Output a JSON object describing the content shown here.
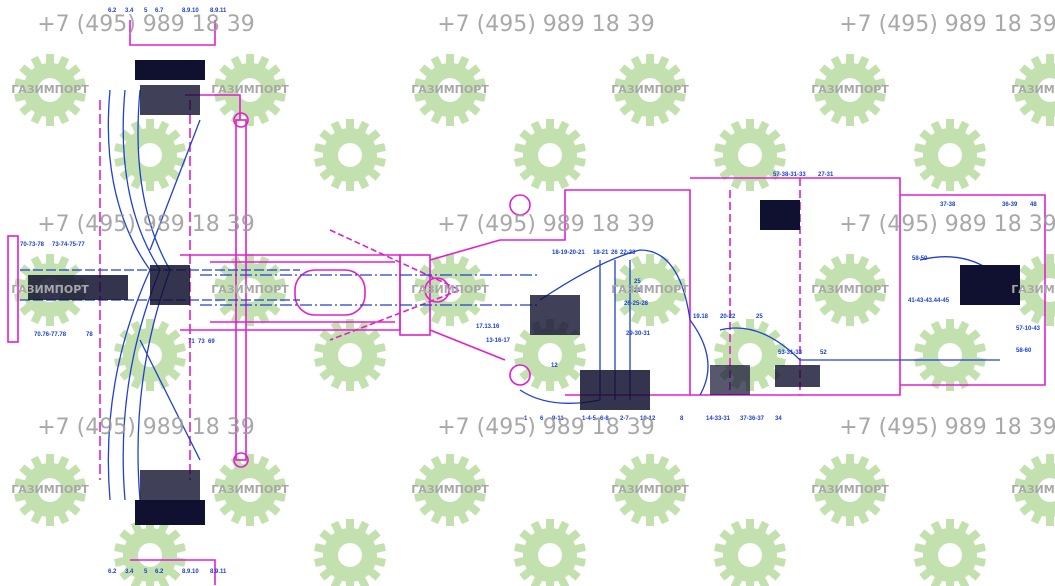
{
  "watermark": {
    "phone": "+7 (495) 989 18 39",
    "brand": "ГАЗИМПОРТ",
    "gear_color": "#b8dca0"
  },
  "colors": {
    "magenta": "#e020d0",
    "blue": "#2040d0",
    "dark": "#101030"
  },
  "labels": {
    "top_axle": [
      "6.2",
      "3.4",
      "5",
      "6.7",
      "8.9.10",
      "8.9.11"
    ],
    "bottom_axle": [
      "6.2",
      "3.4",
      "5",
      "6.2",
      "8.9.10",
      "8.9.11"
    ],
    "left_cylinder": [
      "70-73-78",
      "73-74-75-77",
      "70.76-77.78",
      "78"
    ],
    "left_bottom": [
      "71",
      "73",
      "69"
    ],
    "center_top": [
      "18-19-20-21",
      "18-21",
      "26",
      "22-23",
      "25",
      "23",
      "26-25-28",
      "29-30-31"
    ],
    "center_left": [
      "17.13.16",
      "13-16-17",
      "12"
    ],
    "center_bottom": [
      "1",
      "6",
      "9-11",
      "1-4-5",
      "6-8",
      "2-7",
      "10-12",
      "8"
    ],
    "right_mid": [
      "19.18",
      "20-22",
      "25",
      "53-31-33",
      "52",
      "14-33-31",
      "37-36-37",
      "34"
    ],
    "right_top": [
      "57-38-31-33",
      "27-31",
      "37-38",
      "36-39",
      "48",
      "58-50",
      "41-43-43.44-45",
      "57-10-43",
      "58-60"
    ]
  }
}
